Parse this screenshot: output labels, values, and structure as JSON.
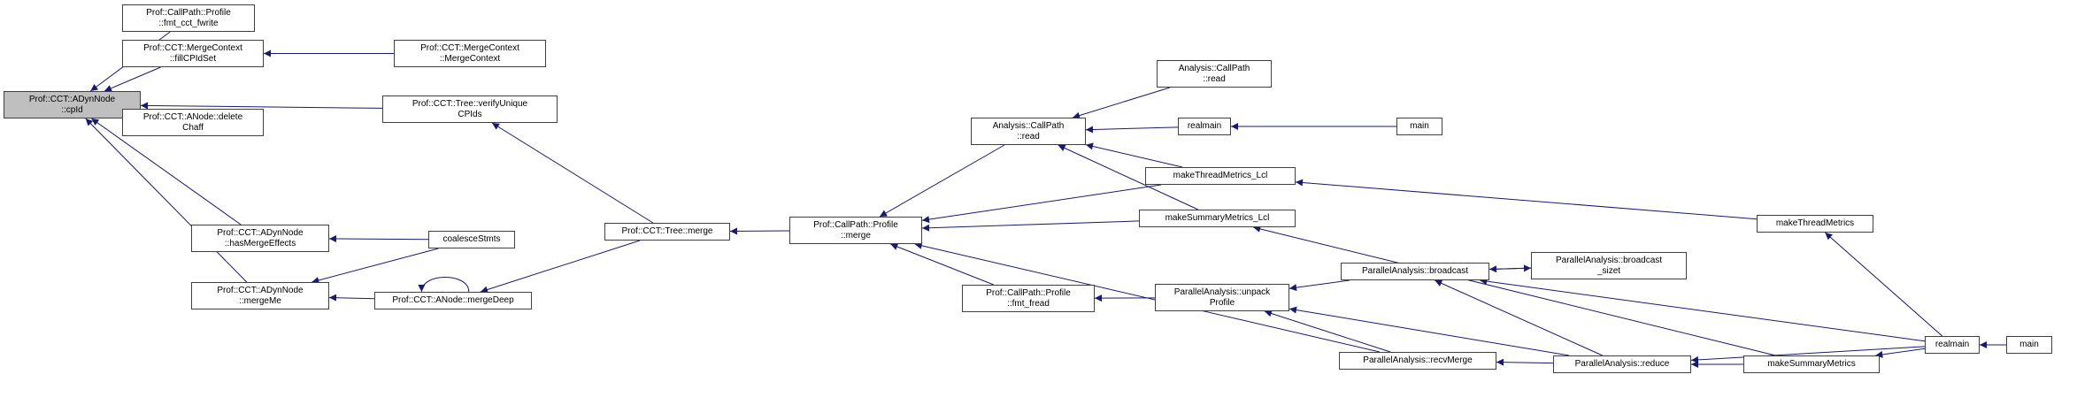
{
  "graph": {
    "kind": "caller-graph",
    "focus_node": "cpId",
    "colors": {
      "edge": "#191970",
      "node_border": "#404040",
      "focus_fill": "#bfbfbf",
      "node_fill": "#ffffff"
    },
    "nodes": [
      {
        "id": "cpId",
        "label": "Prof::CCT::ADynNode\n::cpId",
        "focus": true
      },
      {
        "id": "fmt_cct_fwrite",
        "label": "Prof::CallPath::Profile\n::fmt_cct_fwrite"
      },
      {
        "id": "fillCPIdSet",
        "label": "Prof::CCT::MergeContext\n::fillCPIdSet"
      },
      {
        "id": "MergeContext",
        "label": "Prof::CCT::MergeContext\n::MergeContext"
      },
      {
        "id": "verifyUniqueCPIds",
        "label": "Prof::CCT::Tree::verifyUnique\nCPIds"
      },
      {
        "id": "deleteChaff",
        "label": "Prof::CCT::ANode::delete\nChaff"
      },
      {
        "id": "hasMergeEffects",
        "label": "Prof::CCT::ADynNode\n::hasMergeEffects"
      },
      {
        "id": "coalesceStmts",
        "label": "coalesceStmts"
      },
      {
        "id": "mergeMe",
        "label": "Prof::CCT::ADynNode\n::mergeMe"
      },
      {
        "id": "mergeDeep",
        "label": "Prof::CCT::ANode::mergeDeep"
      },
      {
        "id": "treeMerge",
        "label": "Prof::CCT::Tree::merge"
      },
      {
        "id": "profileMerge",
        "label": "Prof::CallPath::Profile\n::merge"
      },
      {
        "id": "acpRead1",
        "label": "Analysis::CallPath\n::read"
      },
      {
        "id": "acpRead2",
        "label": "Analysis::CallPath\n::read"
      },
      {
        "id": "realmain1",
        "label": "realmain"
      },
      {
        "id": "main1",
        "label": "main"
      },
      {
        "id": "makeThreadMetrics_Lcl",
        "label": "makeThreadMetrics_Lcl"
      },
      {
        "id": "makeSummaryMetrics_Lcl",
        "label": "makeSummaryMetrics_Lcl"
      },
      {
        "id": "fmt_fread",
        "label": "Prof::CallPath::Profile\n::fmt_fread"
      },
      {
        "id": "unpackProfile",
        "label": "ParallelAnalysis::unpack\nProfile"
      },
      {
        "id": "broadcast",
        "label": "ParallelAnalysis::broadcast"
      },
      {
        "id": "broadcast_sizet",
        "label": "ParallelAnalysis::broadcast\n_sizet"
      },
      {
        "id": "recvMerge",
        "label": "ParallelAnalysis::recvMerge"
      },
      {
        "id": "reduce",
        "label": "ParallelAnalysis::reduce"
      },
      {
        "id": "makeThreadMetrics",
        "label": "makeThreadMetrics"
      },
      {
        "id": "makeSummaryMetrics",
        "label": "makeSummaryMetrics"
      },
      {
        "id": "realmain2",
        "label": "realmain"
      },
      {
        "id": "main2",
        "label": "main"
      }
    ],
    "edges": [
      [
        "fmt_cct_fwrite",
        "cpId"
      ],
      [
        "fillCPIdSet",
        "cpId"
      ],
      [
        "verifyUniqueCPIds",
        "cpId"
      ],
      [
        "deleteChaff",
        "cpId"
      ],
      [
        "hasMergeEffects",
        "cpId"
      ],
      [
        "mergeMe",
        "cpId"
      ],
      [
        "MergeContext",
        "fillCPIdSet"
      ],
      [
        "coalesceStmts",
        "hasMergeEffects"
      ],
      [
        "coalesceStmts",
        "mergeMe"
      ],
      [
        "mergeDeep",
        "mergeMe"
      ],
      [
        "mergeDeep",
        "mergeDeep"
      ],
      [
        "treeMerge",
        "verifyUniqueCPIds"
      ],
      [
        "treeMerge",
        "mergeDeep"
      ],
      [
        "profileMerge",
        "treeMerge"
      ],
      [
        "acpRead1",
        "profileMerge"
      ],
      [
        "makeThreadMetrics_Lcl",
        "profileMerge"
      ],
      [
        "makeSummaryMetrics_Lcl",
        "profileMerge"
      ],
      [
        "fmt_fread",
        "profileMerge"
      ],
      [
        "recvMerge",
        "profileMerge"
      ],
      [
        "acpRead2",
        "acpRead1"
      ],
      [
        "realmain1",
        "acpRead1"
      ],
      [
        "makeThreadMetrics_Lcl",
        "acpRead1"
      ],
      [
        "makeSummaryMetrics_Lcl",
        "acpRead1"
      ],
      [
        "main1",
        "realmain1"
      ],
      [
        "makeThreadMetrics",
        "makeThreadMetrics_Lcl"
      ],
      [
        "makeSummaryMetrics",
        "makeSummaryMetrics_Lcl"
      ],
      [
        "unpackProfile",
        "fmt_fread"
      ],
      [
        "broadcast",
        "unpackProfile"
      ],
      [
        "recvMerge",
        "unpackProfile"
      ],
      [
        "reduce",
        "unpackProfile"
      ],
      [
        "broadcast_sizet",
        "broadcast"
      ],
      [
        "broadcast",
        "broadcast_sizet"
      ],
      [
        "reduce",
        "broadcast"
      ],
      [
        "realmain2",
        "broadcast"
      ],
      [
        "reduce",
        "recvMerge"
      ],
      [
        "makeSummaryMetrics",
        "reduce"
      ],
      [
        "realmain2",
        "reduce"
      ],
      [
        "realmain2",
        "makeThreadMetrics"
      ],
      [
        "realmain2",
        "makeSummaryMetrics"
      ],
      [
        "main2",
        "realmain2"
      ]
    ]
  }
}
